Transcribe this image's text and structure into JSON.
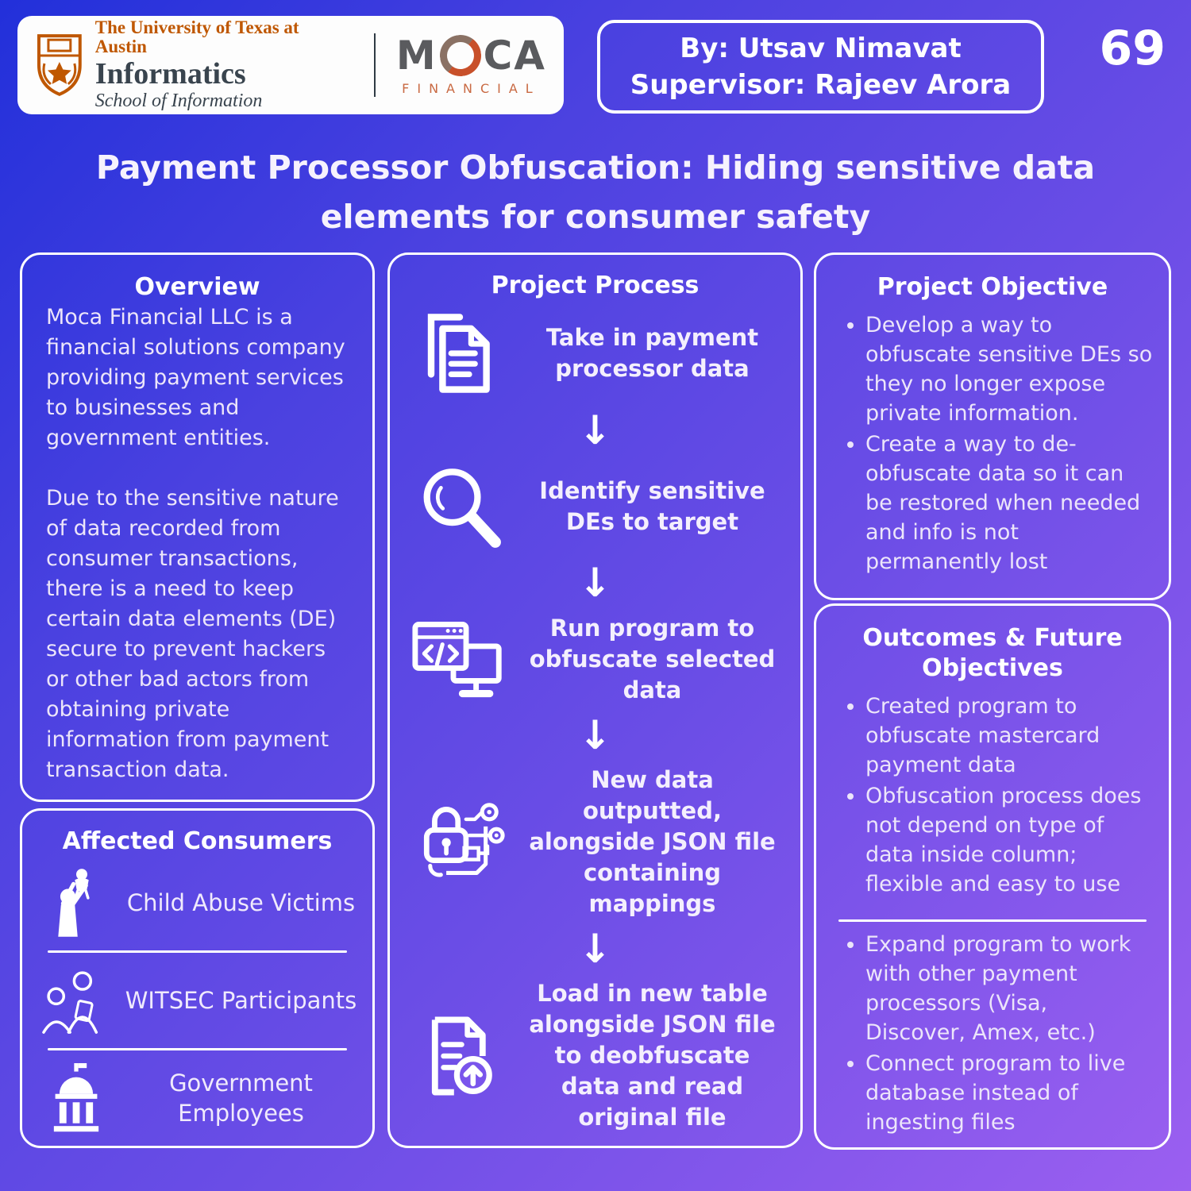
{
  "poster_number": "69",
  "header": {
    "ut_logo": {
      "line1": "The University of Texas at Austin",
      "line2": "Informatics",
      "line3": "School of Information"
    },
    "moca_logo": {
      "m_part": "M",
      "ca_part": "CA",
      "sub": "FINANCIAL"
    },
    "byline_author": "By: Utsav Nimavat",
    "byline_supervisor": "Supervisor: Rajeev Arora"
  },
  "title": "Payment Processor Obfuscation: Hiding sensitive data elements for consumer safety",
  "overview": {
    "heading": "Overview",
    "paragraph1": "Moca Financial LLC is a financial solutions company providing payment services to businesses and government entities.",
    "paragraph2": "Due to the sensitive nature of data recorded from consumer transactions, there is a need to keep certain data elements (DE) secure to prevent hackers or other bad actors from obtaining private information from payment transaction data."
  },
  "affected_consumers": {
    "heading": "Affected Consumers",
    "items": [
      {
        "icon": "parent-child-icon",
        "label": "Child Abuse Victims"
      },
      {
        "icon": "witness-protection-icon",
        "label": "WITSEC Participants"
      },
      {
        "icon": "government-building-icon",
        "label": "Government Employees"
      }
    ]
  },
  "project_process": {
    "heading": "Project Process",
    "arrow": "↓",
    "steps": [
      {
        "icon": "document-icon",
        "text": "Take in payment processor data"
      },
      {
        "icon": "magnifier-icon",
        "text": "Identify sensitive DEs to target"
      },
      {
        "icon": "code-monitor-icon",
        "text": "Run program to obfuscate selected data"
      },
      {
        "icon": "lock-circuit-icon",
        "text": "New data outputted, alongside JSON file containing mappings"
      },
      {
        "icon": "upload-file-icon",
        "text": "Load in new table alongside JSON file to deobfuscate data and read original file"
      }
    ]
  },
  "project_objective": {
    "heading": "Project Objective",
    "bullets": [
      "Develop a way to obfuscate sensitive DEs so they no longer expose private information.",
      "Create a way to de-obfuscate data so it can be restored when needed and info is not permanently lost"
    ]
  },
  "outcomes": {
    "heading": "Outcomes & Future Objectives",
    "bullets_top": [
      "Created program to obfuscate mastercard payment data",
      "Obfuscation process does not depend on type of data inside column; flexible and easy to use"
    ],
    "bullets_bottom": [
      "Expand program to work with other payment processors (Visa, Discover, Amex, etc.)",
      "Connect program to live database instead of ingesting files"
    ]
  },
  "colors": {
    "background_start": "#2230da",
    "background_end": "#9b5ff0",
    "panel_border": "#ffffff",
    "text": "#ece5fa",
    "ut_orange": "#bf5700",
    "ut_slate": "#39444e",
    "moca_gray": "#5a5b5e",
    "moca_orange": "#c8572e"
  }
}
